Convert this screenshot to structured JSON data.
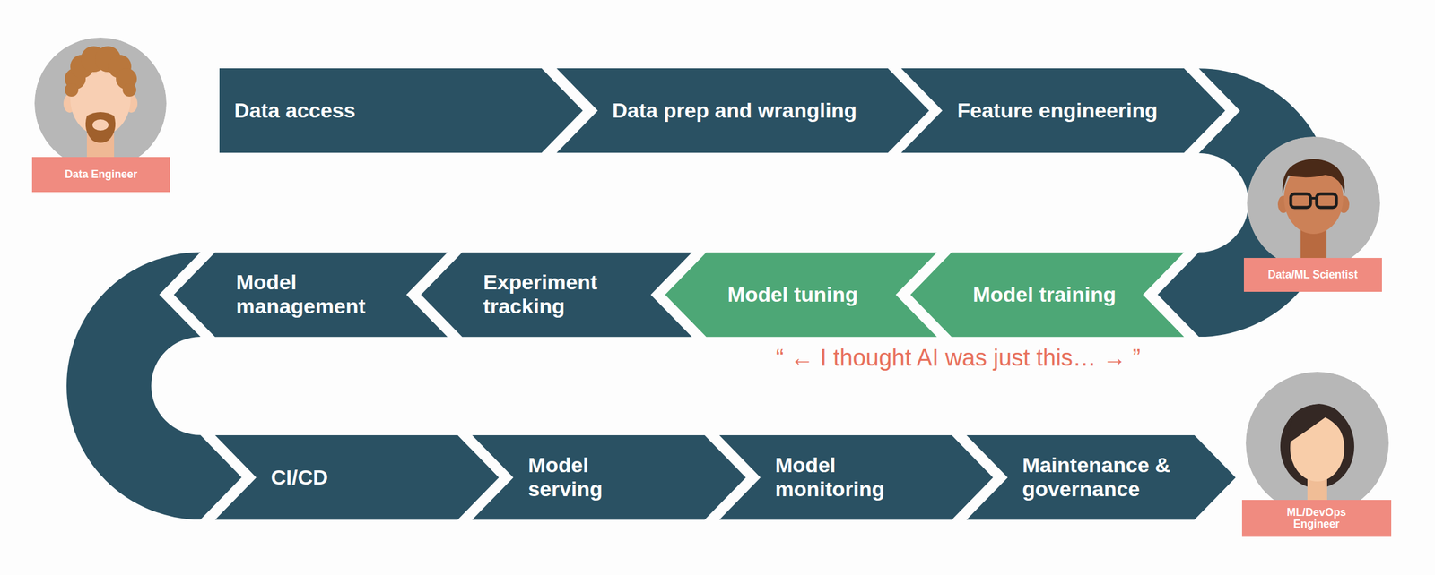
{
  "diagram": {
    "nodes": [
      {
        "text": [
          "Data Engineer"
        ]
      },
      {
        "text": [
          "Data access"
        ]
      },
      {
        "text": [
          "Data prep and wrangling"
        ]
      },
      {
        "text": [
          "Feature engineering"
        ]
      },
      {
        "text": [
          "Data/ML Scientist"
        ]
      },
      {
        "text": [
          "Model training"
        ]
      },
      {
        "text": [
          "Model tuning"
        ]
      },
      {
        "text": [
          "Experiment tracking"
        ]
      },
      {
        "text": [
          "Model management"
        ]
      },
      {
        "text": [
          "CI/CD"
        ]
      },
      {
        "text": [
          "Model serving"
        ]
      },
      {
        "text": [
          "Model monitoring"
        ]
      },
      {
        "text": [
          "Maintenance & governance"
        ]
      },
      {
        "text": [
          "ML/DevOps Engineer"
        ]
      }
    ],
    "labels": [
      "“ ← I thought AI was just this… → ”"
    ]
  }
}
